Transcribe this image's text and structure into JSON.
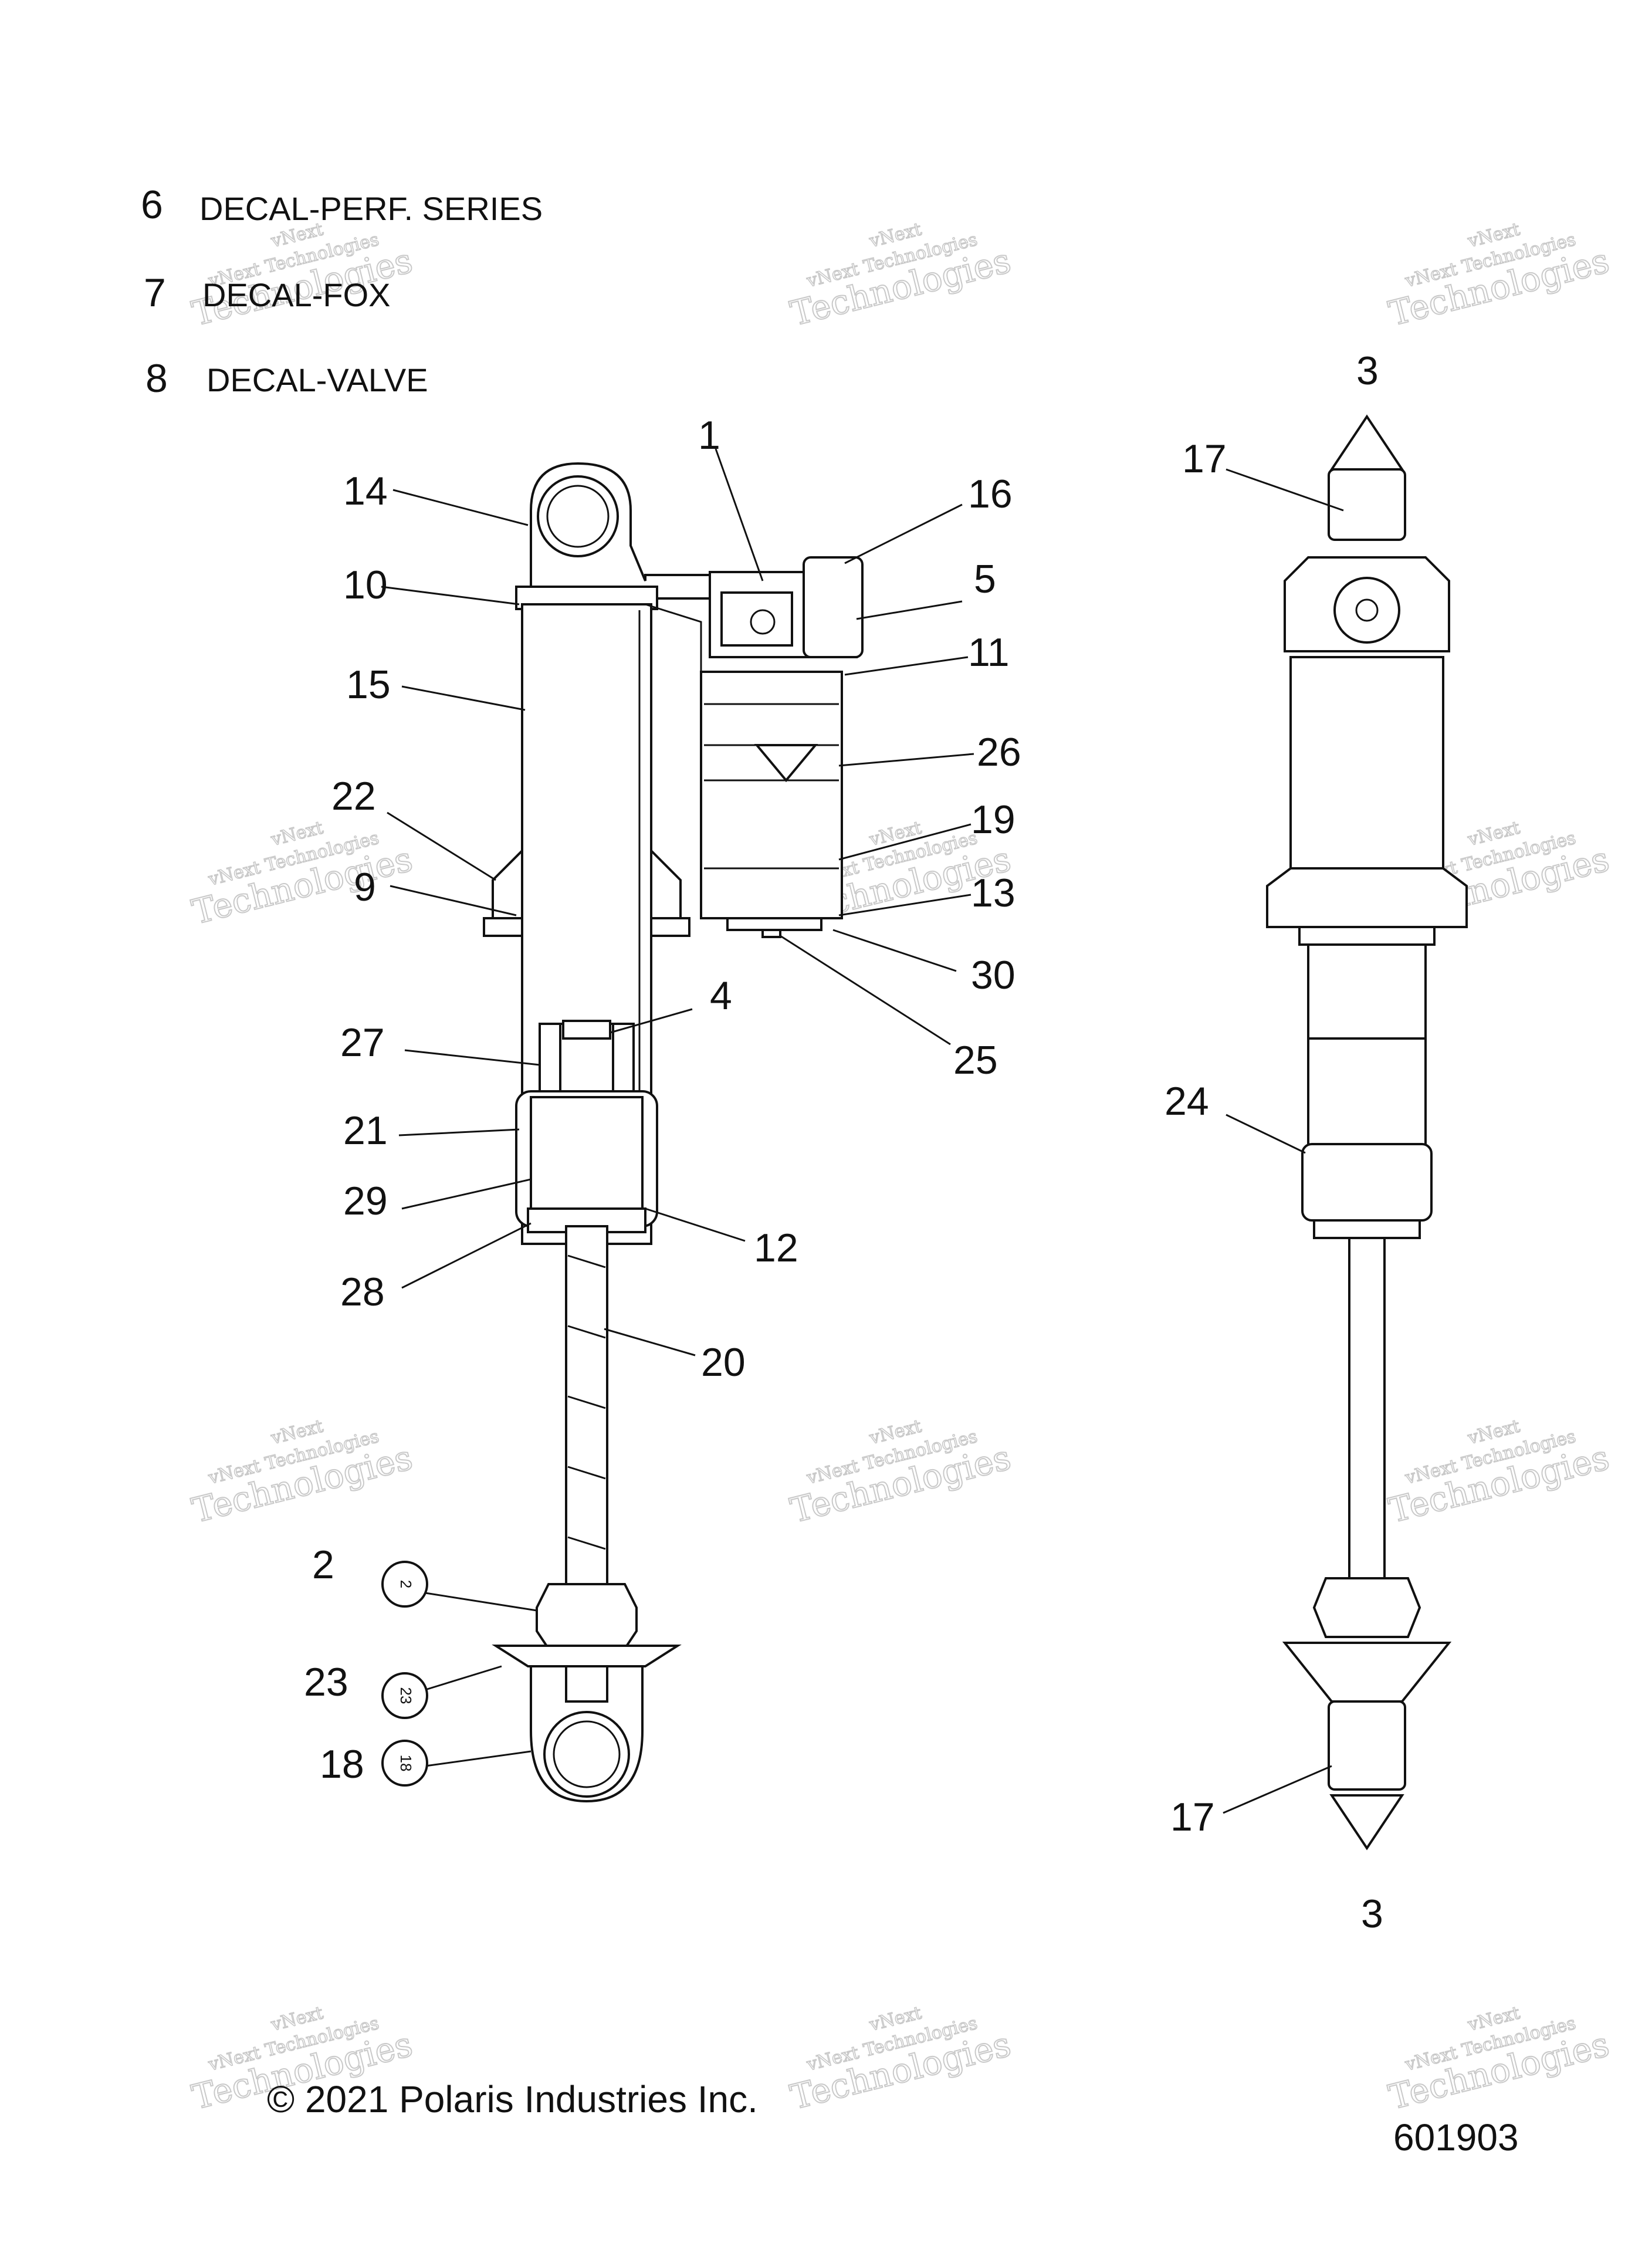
{
  "legend": [
    {
      "num": "6",
      "text": "DECAL-PERF. SERIES"
    },
    {
      "num": "7",
      "text": "DECAL-FOX"
    },
    {
      "num": "8",
      "text": "DECAL-VALVE"
    }
  ],
  "callouts": {
    "c1": "1",
    "c2": "2",
    "c3a": "3",
    "c3b": "3",
    "c4": "4",
    "c5": "5",
    "c9": "9",
    "c10": "10",
    "c11": "11",
    "c12": "12",
    "c13": "13",
    "c14": "14",
    "c15": "15",
    "c16": "16",
    "c17a": "17",
    "c17b": "17",
    "c18": "18",
    "c19": "19",
    "c20": "20",
    "c21": "21",
    "c22": "22",
    "c23": "23",
    "c24": "24",
    "c25": "25",
    "c26": "26",
    "c27": "27",
    "c28": "28",
    "c29": "29",
    "c30": "30"
  },
  "circles": {
    "k2": "2",
    "k23": "23",
    "k18": "18"
  },
  "watermark": {
    "line1": "vNext",
    "line2": "vNext Technologies",
    "line3": "Technologies"
  },
  "footer": {
    "copyright": "© 2021 Polaris Industries Inc.",
    "code": "601903"
  }
}
